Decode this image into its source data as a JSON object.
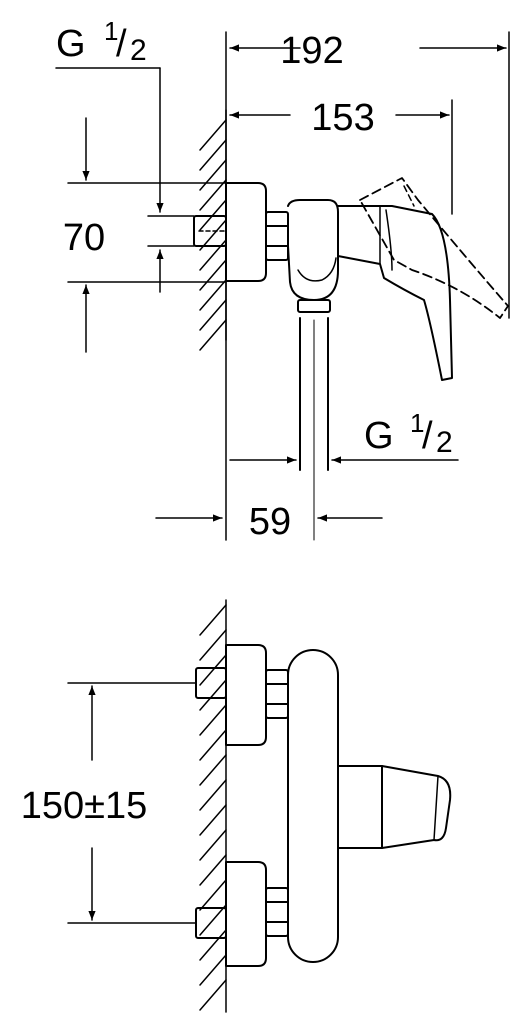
{
  "dimensions": {
    "overall_depth": "192",
    "wall_to_lever_pivot": "153",
    "inlet_spacing": "70",
    "outlet_offset": "59",
    "centres": "150±15"
  },
  "threads": {
    "inlet": {
      "base": "G",
      "num": "1",
      "den": "2"
    },
    "outlet": {
      "base": "G",
      "num": "1",
      "den": "2"
    }
  },
  "colors": {
    "line": "#000000",
    "background": "#ffffff"
  }
}
